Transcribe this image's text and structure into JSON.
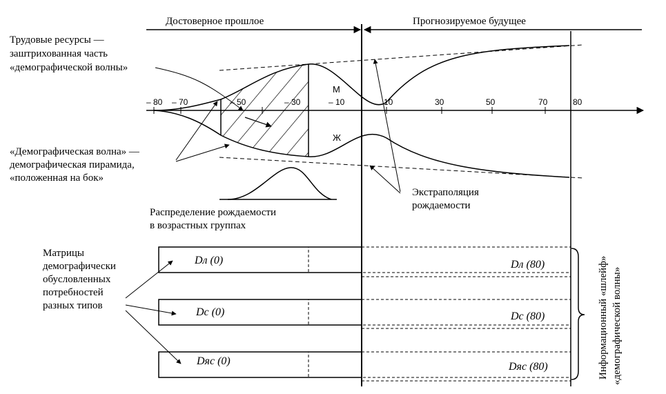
{
  "header": {
    "past_label": "Достоверное прошлое",
    "future_label": "Прогнозируемое будущее"
  },
  "axis": {
    "ticks": [
      "– 80",
      "– 70",
      "– 50",
      "– 30",
      "– 10",
      "10",
      "30",
      "50",
      "70",
      "80"
    ]
  },
  "annotations": {
    "labor_resources": [
      "Трудовые ресурсы —",
      "заштрихованная часть",
      "«демографической волны»"
    ],
    "demographic_wave": [
      "«Демографическая волна» —",
      "демографическая пирамида,",
      "«положенная на бок»"
    ],
    "birth_distribution": [
      "Распределение рождаемости",
      "в возрастных группах"
    ],
    "extrapolation": [
      "Экстраполяция",
      "рождаемости"
    ],
    "matrices": [
      "Матрицы",
      "демографически",
      "обусловленных",
      "потребностей",
      "разных типов"
    ],
    "info_shelf": [
      "Информационный «шлейф»",
      "«демографической волны»"
    ]
  },
  "sex_labels": {
    "male": "М",
    "female": "Ж"
  },
  "matrices": [
    {
      "start": "Dл (0)",
      "end": "Dл (80)"
    },
    {
      "start": "Dс (0)",
      "end": "Dс (80)"
    },
    {
      "start": "Dяс (0)",
      "end": "Dяс (80)"
    }
  ]
}
